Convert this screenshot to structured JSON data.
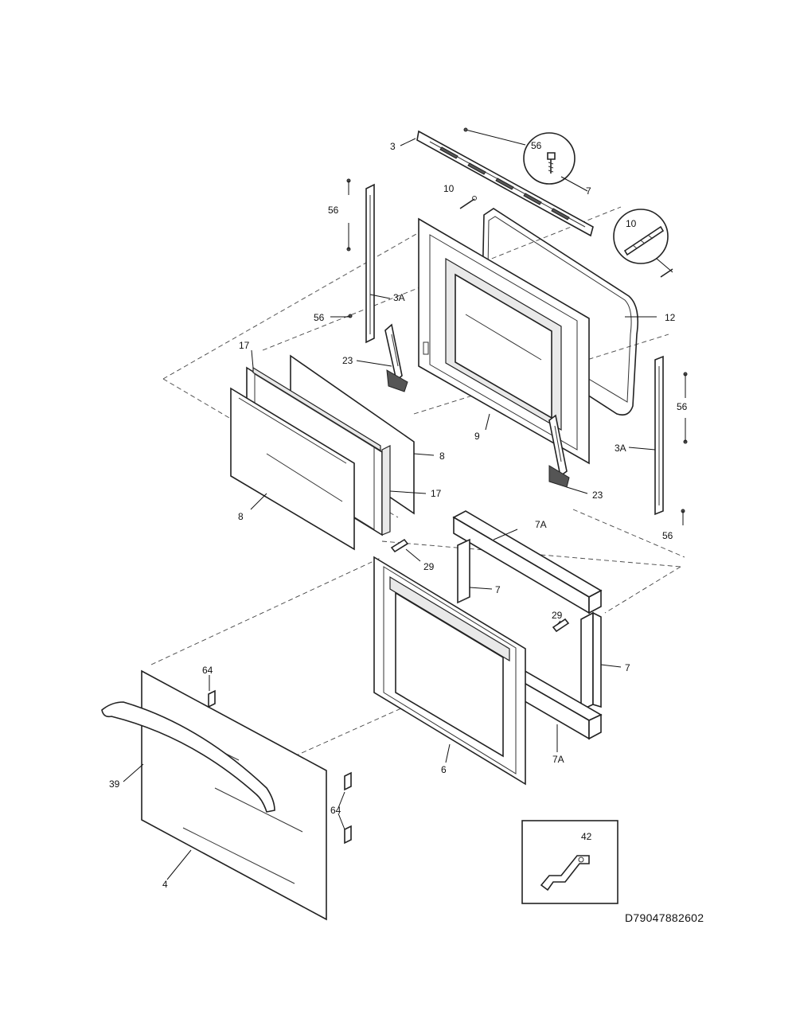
{
  "diagram_id": "D79047882602",
  "callouts": {
    "c3": "3",
    "c56_detail": "56",
    "c7_top": "7",
    "c10_left": "10",
    "c10_detail": "10",
    "c56_left": "56",
    "c3a_left": "3A",
    "c56_mid": "56",
    "c12": "12",
    "c17_top": "17",
    "c23_left": "23",
    "c9": "9",
    "c56_right": "56",
    "c8_right": "8",
    "c3a_right": "3A",
    "c17_right": "17",
    "c23_right": "23",
    "c8_left": "8",
    "c56_lower": "56",
    "c7a_top": "7A",
    "c29_left": "29",
    "c7_mid": "7",
    "c29_right": "29",
    "c7_right": "7",
    "c64_top": "64",
    "c39": "39",
    "c6": "6",
    "c7a_bottom": "7A",
    "c64_bottom": "64",
    "c4": "4",
    "c42": "42"
  }
}
